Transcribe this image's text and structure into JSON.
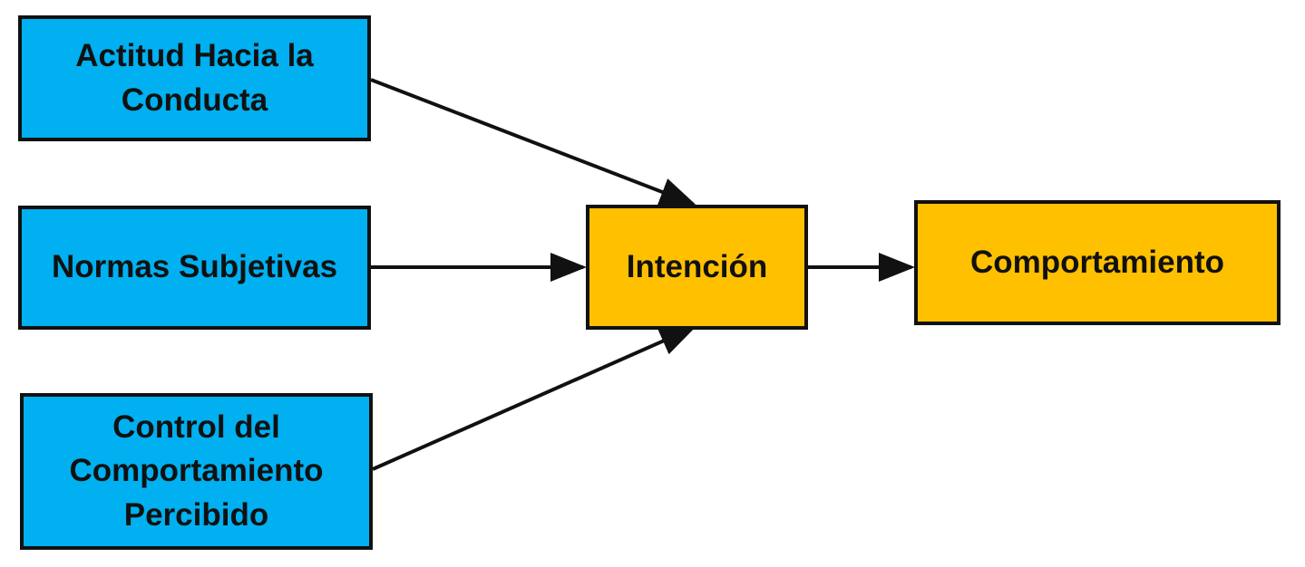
{
  "nodes": {
    "actitud": {
      "label": "Actitud Hacia la Conducta"
    },
    "normas": {
      "label": "Normas Subjetivas"
    },
    "control": {
      "label": "Control del Comportamiento Percibido"
    },
    "intencion": {
      "label": "Intención"
    },
    "comportamiento": {
      "label": "Comportamiento"
    }
  },
  "edges": [
    {
      "from": "actitud",
      "to": "intencion"
    },
    {
      "from": "normas",
      "to": "intencion"
    },
    {
      "from": "control",
      "to": "intencion"
    },
    {
      "from": "intencion",
      "to": "comportamiento"
    }
  ],
  "colors": {
    "predictor_fill": "#00b0f0",
    "outcome_fill": "#ffc000",
    "border": "#111111",
    "arrow": "#111111"
  }
}
